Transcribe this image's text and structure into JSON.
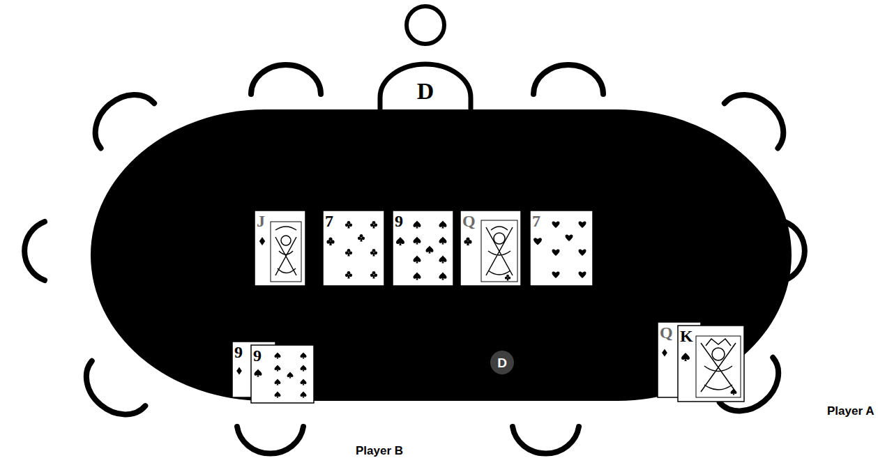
{
  "diagram": {
    "nodes": [
      {
        "text": [
          "D"
        ]
      },
      {
        "text": [
          "J"
        ]
      },
      {
        "text": [
          "7"
        ]
      },
      {
        "text": [
          "9"
        ]
      },
      {
        "text": [
          "Q"
        ]
      },
      {
        "text": [
          "7"
        ]
      },
      {
        "text": [
          "Q"
        ]
      },
      {
        "text": [
          "K"
        ]
      },
      {
        "text": [
          "9"
        ]
      },
      {
        "text": [
          "9"
        ]
      },
      {
        "text": [
          "D"
        ]
      }
    ],
    "labels": [
      "Player A",
      "Player B"
    ]
  }
}
